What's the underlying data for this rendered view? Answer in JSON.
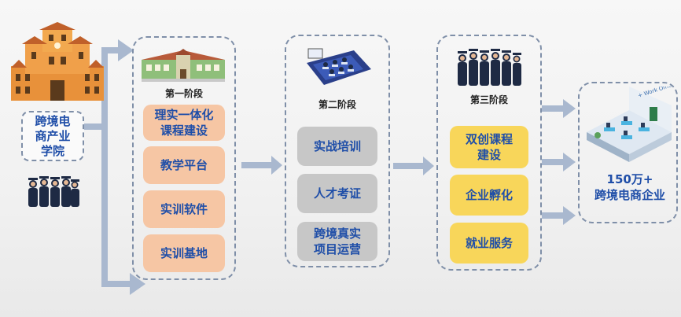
{
  "source": {
    "label": "跨境电\n商产业\n学院"
  },
  "stages": [
    {
      "label": "第一阶段",
      "items": [
        "理实一体化\n课程建设",
        "教学平台",
        "实训软件",
        "实训基地"
      ]
    },
    {
      "label": "第二阶段",
      "items": [
        "实战培训",
        "人才考证",
        "跨境真实\n项目运营"
      ]
    },
    {
      "label": "第三阶段",
      "items": [
        "双创课程\n建设",
        "企业孵化",
        "就业服务"
      ]
    }
  ],
  "result": {
    "label_line1": "150万+",
    "label_line2": "跨境电商企业",
    "sign_text": "+ Work Office"
  },
  "icons": [
    "university-building-icon",
    "graduates-group-icon",
    "classroom-training-icon",
    "office-workspace-icon"
  ],
  "colors": {
    "stage1_box": "#f6c6a4",
    "stage2_box": "#c7c7c7",
    "stage3_box": "#f8d65a",
    "text_blue": "#1f4ea8",
    "arrow": "#a9b8cf",
    "dashed_border": "#7f8fa8"
  }
}
